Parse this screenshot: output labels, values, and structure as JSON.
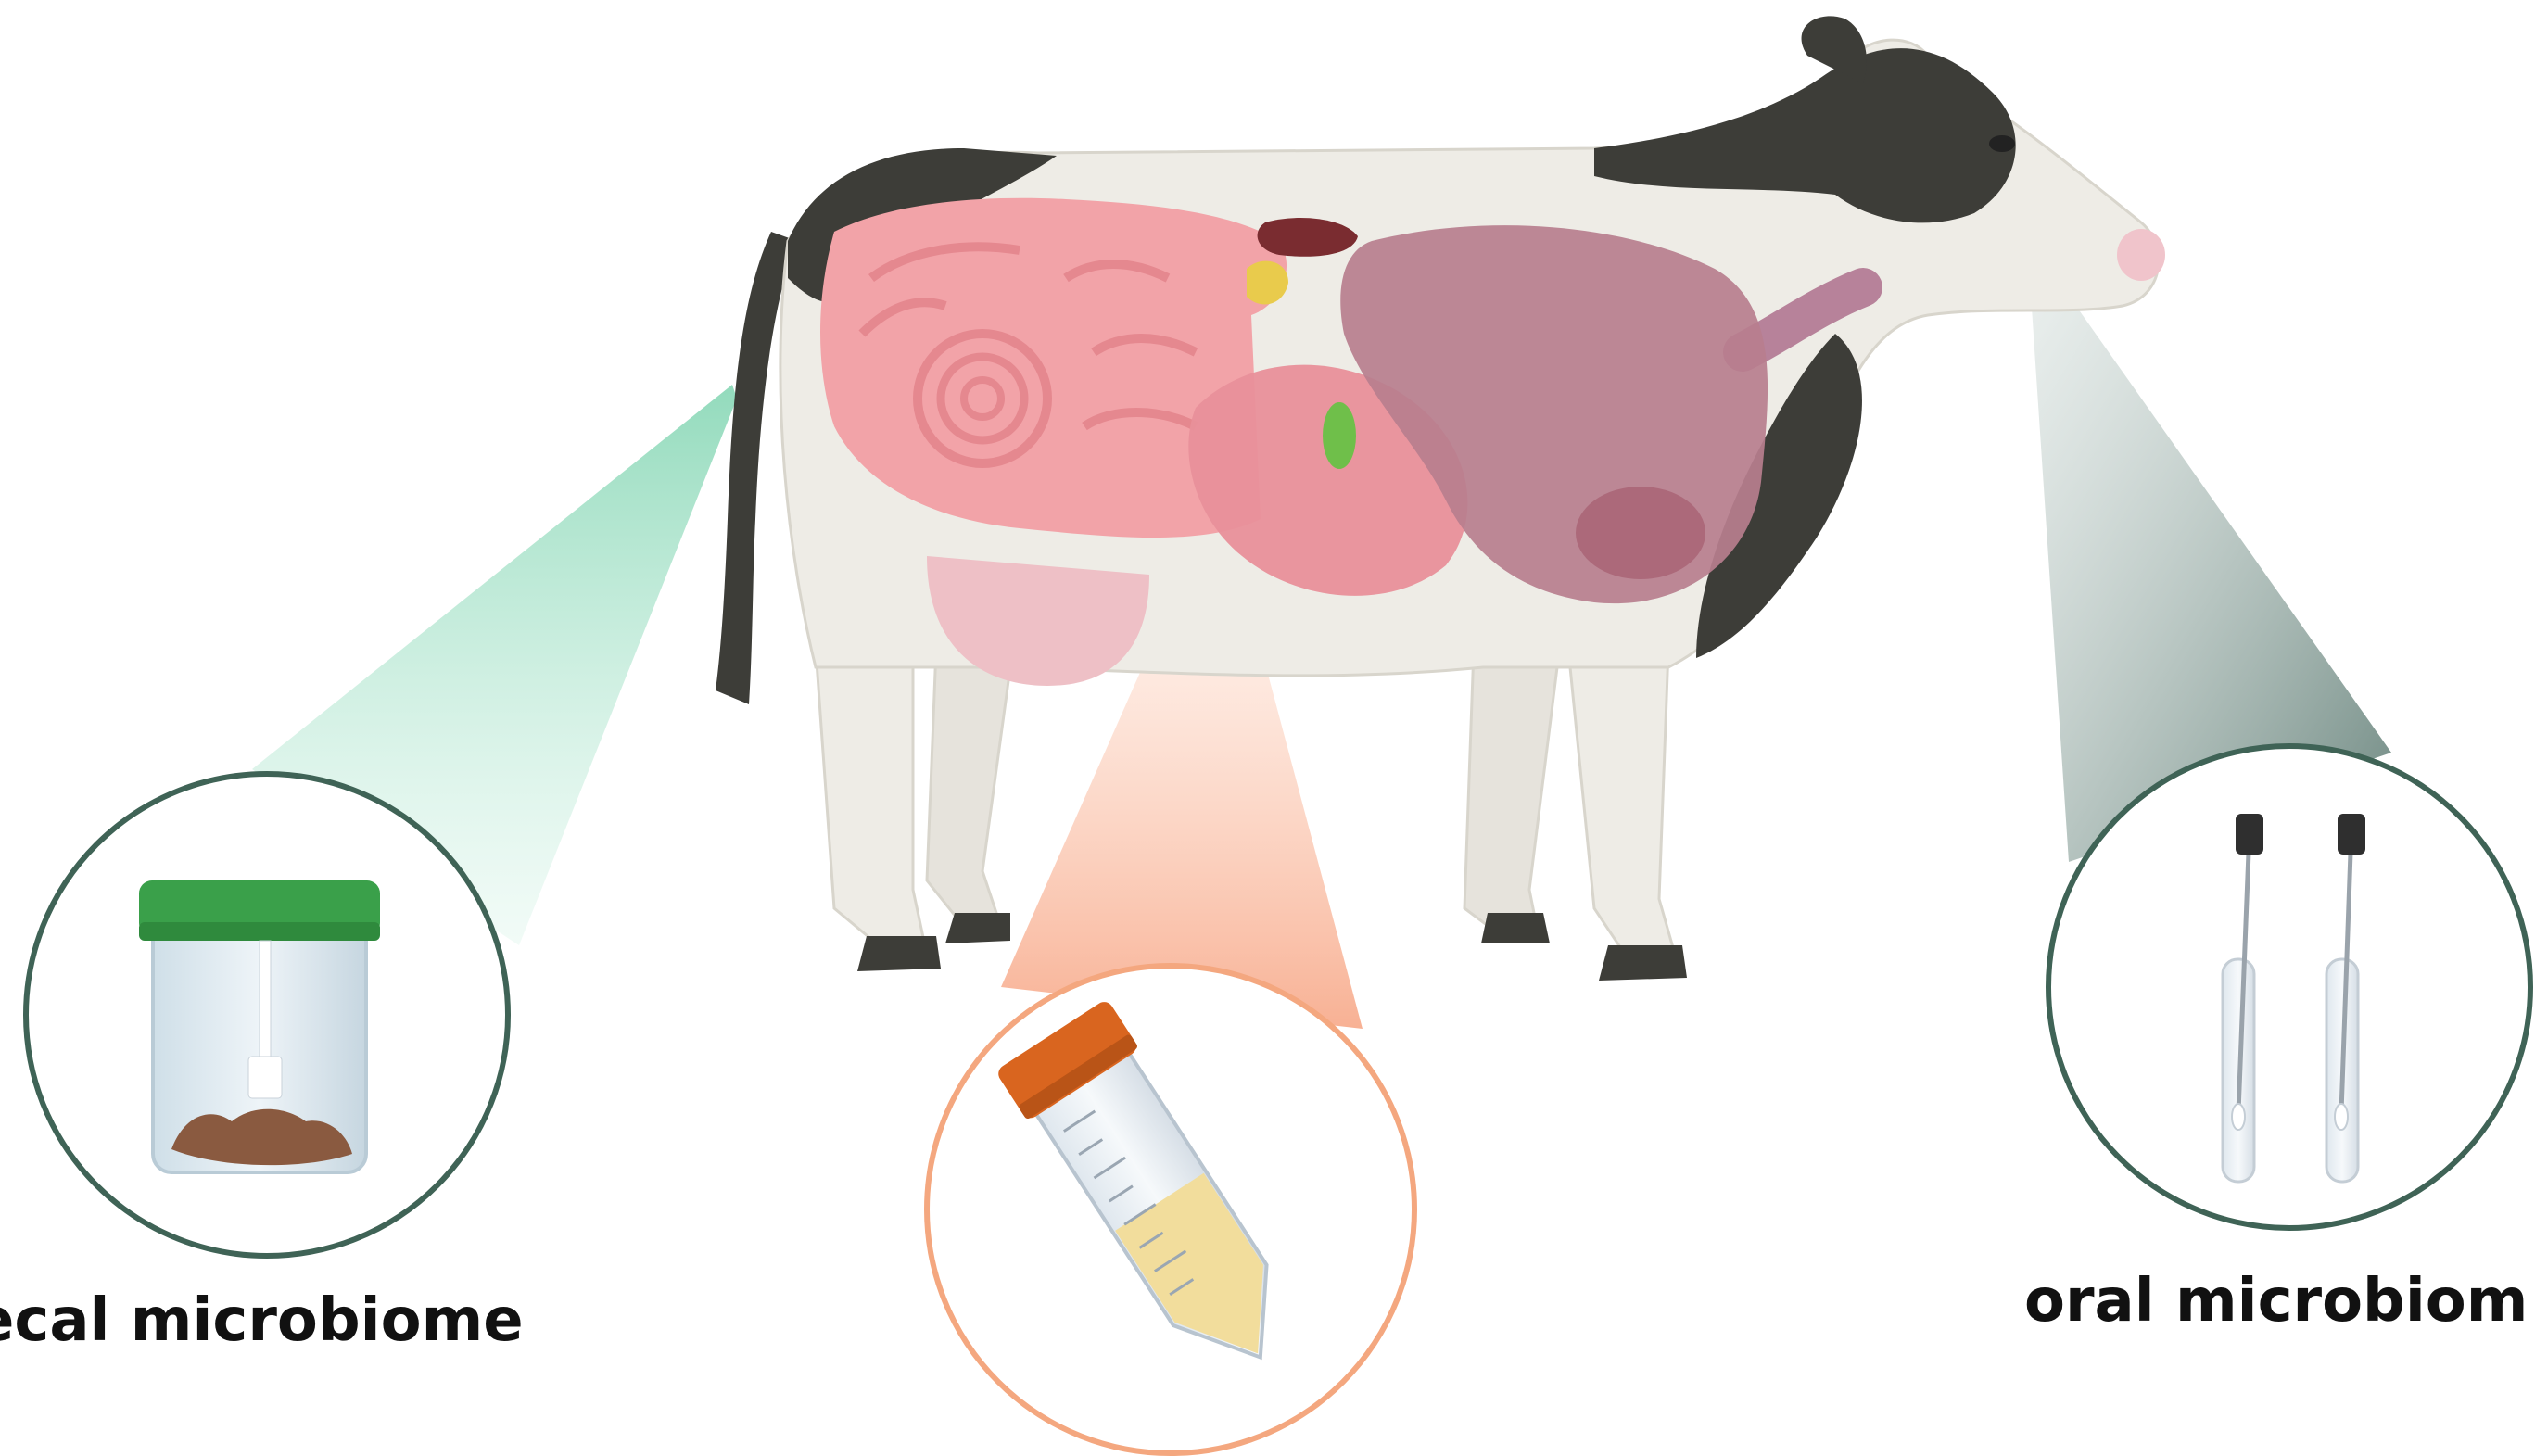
{
  "labels": {
    "fecal": "ecal microbiome",
    "oral": "oral microbiom"
  },
  "samples": [
    {
      "name": "fecal-sample",
      "icon": "specimen-jar-icon",
      "accent": "#8ed9bb"
    },
    {
      "name": "rumen-sample",
      "icon": "centrifuge-tube-icon",
      "accent": "#f5b08c"
    },
    {
      "name": "oral-sample",
      "icon": "swab-tubes-icon",
      "accent": "#6f8c84"
    }
  ],
  "colors": {
    "cow_body": "#eeece6",
    "cow_patch": "#3d3d38",
    "intestine": "#f2a3a8",
    "stomach": "#e8909a",
    "rumen": "#b77e8e",
    "liver": "#7a2c30",
    "gallbladder": "#e9cb4c",
    "spleen": "#6fbf4a",
    "circle_green": "#3f6356",
    "circle_orange": "#f4a77f",
    "jar_lid": "#3aa04a",
    "tube_cap": "#d9651f",
    "swab_cap": "#2f2f2f"
  }
}
